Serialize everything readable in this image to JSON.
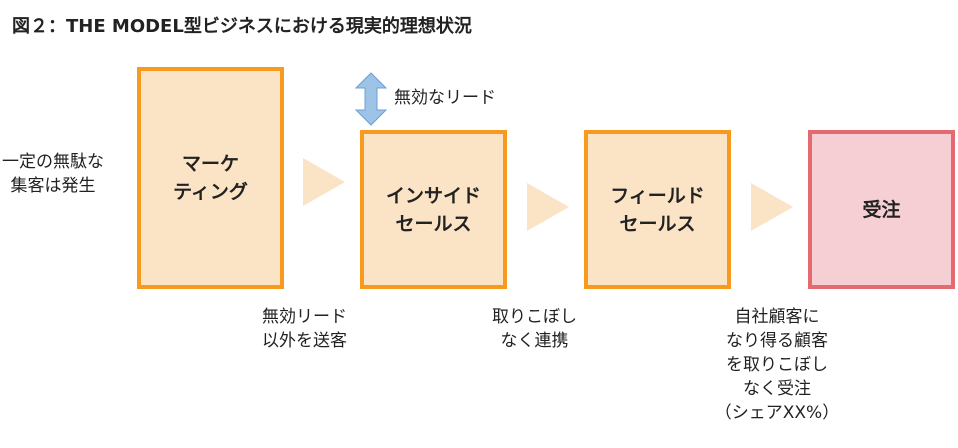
{
  "title": "図２：THE MODEL型ビジネスにおける現実的理想状況",
  "left_note": [
    "一定の無駄な",
    "集客は発生"
  ],
  "boxes": {
    "marketing": [
      "マーケ",
      "ティング"
    ],
    "inside_sales": [
      "インサイド",
      "セールス"
    ],
    "field_sales": [
      "フィールド",
      "セールス"
    ],
    "order": [
      "受注"
    ]
  },
  "top_note": "無効なリード",
  "bottom_notes": {
    "note1": [
      "無効リード",
      "以外を送客"
    ],
    "note2": [
      "取りこぼし",
      "なく連携"
    ],
    "note3": [
      "自社顧客に",
      "なり得る顧客",
      "を取りこぼし",
      "なく受注",
      "（シェアXX%）"
    ]
  },
  "colors": {
    "box_border": "#f79a1e",
    "box_fill": "#fbe3c6",
    "order_border": "#e46a70",
    "order_fill": "#f5cfd3",
    "updown_arrow": "#9dc3e6"
  }
}
